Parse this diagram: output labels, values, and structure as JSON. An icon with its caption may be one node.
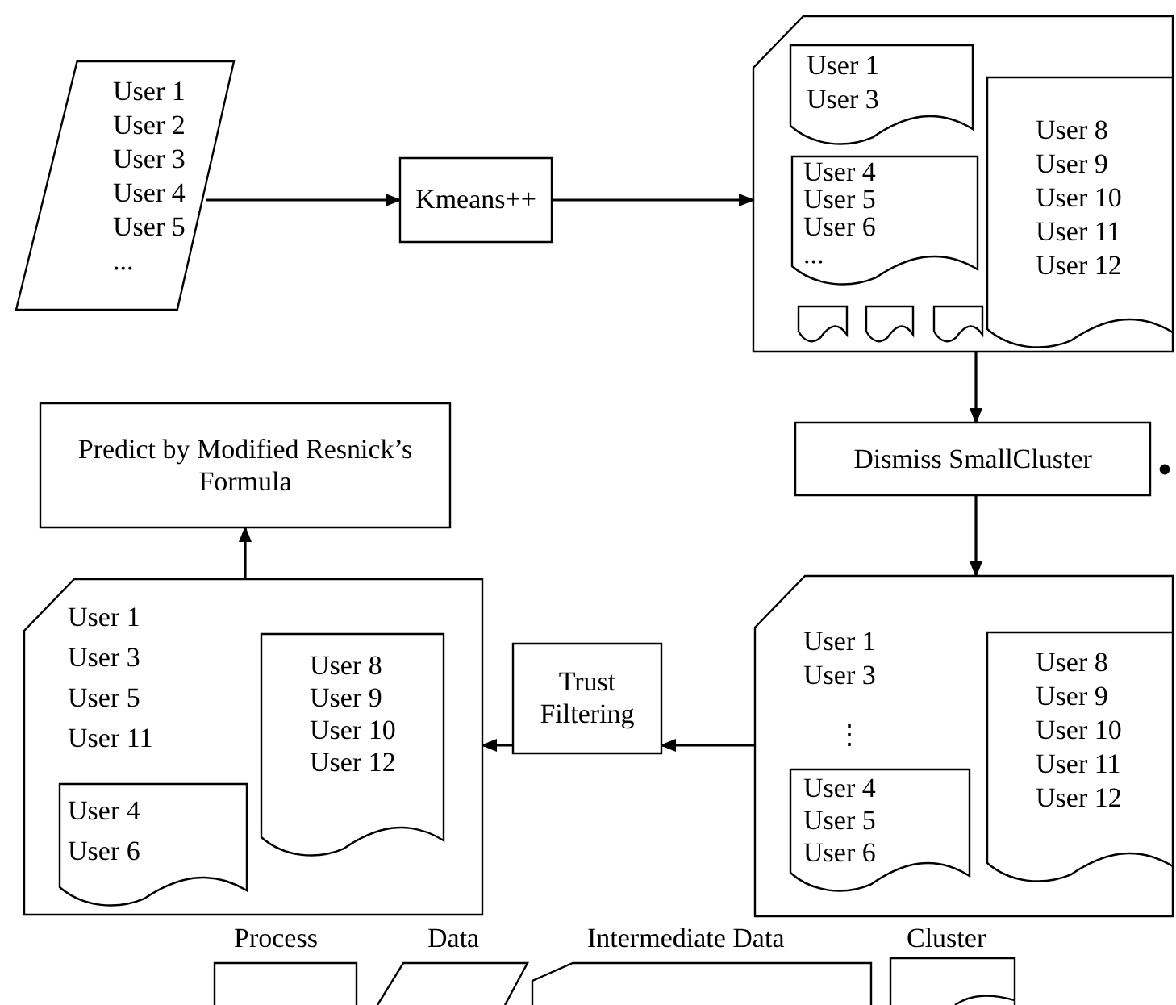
{
  "diagram": {
    "nodes": [
      {
        "text": [
          "User 1",
          "User 2",
          "User 3",
          "User 4",
          "User 5",
          "..."
        ]
      },
      {
        "text": [
          "Kmeans++"
        ]
      },
      {
        "text": [],
        "shape": "box"
      },
      {
        "text": [
          "User 1",
          "User 3"
        ],
        "in": 2
      },
      {
        "text": [
          "User 4",
          "User 5",
          "User 6",
          "..."
        ],
        "in": 2
      },
      {
        "text": [],
        "shape": "document",
        "in": 2
      },
      {
        "text": [],
        "shape": "document",
        "in": 2
      },
      {
        "text": [],
        "shape": "document",
        "in": 2
      },
      {
        "text": [
          "User 8",
          "User 9",
          "User 10",
          "User 11",
          "User 12"
        ],
        "in": 2
      },
      {
        "text": [
          "Dismiss SmallCluster"
        ]
      },
      {
        "text": [
          "User 1",
          "User 3",
          "⋮"
        ]
      },
      {
        "text": [
          "User 4",
          "User 5",
          "User 6"
        ],
        "in": 10
      },
      {
        "text": [
          "User 8",
          "User 9",
          "User 10",
          "User 11",
          "User 12"
        ],
        "in": 10
      },
      {
        "text": [
          "Trust Filtering"
        ]
      },
      {
        "text": [
          "User 1",
          "User 3",
          "User 5",
          "User 11"
        ]
      },
      {
        "text": [
          "User 4",
          "User 6"
        ],
        "in": 14
      },
      {
        "text": [
          "User 8",
          "User 9",
          "User 10",
          "User 12"
        ],
        "in": 14
      },
      {
        "text": [
          "Predict by Modified Resnick’s Formula"
        ]
      }
    ],
    "edges": [
      {
        "from": 0,
        "to": 1,
        "arrow": "to"
      },
      {
        "from": 1,
        "to": 2,
        "arrow": "to"
      },
      {
        "from": 2,
        "to": 9,
        "arrow": "to"
      },
      {
        "from": 9,
        "to": 10,
        "arrow": "to"
      },
      {
        "from": 10,
        "to": 13,
        "arrow": "to"
      },
      {
        "from": 13,
        "to": 14,
        "arrow": "to"
      },
      {
        "from": 14,
        "to": 17,
        "arrow": "to"
      }
    ],
    "legend": [
      {
        "text": "Process"
      },
      {
        "text": "Data"
      },
      {
        "text": "Intermediate Data"
      },
      {
        "text": "Cluster"
      }
    ]
  }
}
